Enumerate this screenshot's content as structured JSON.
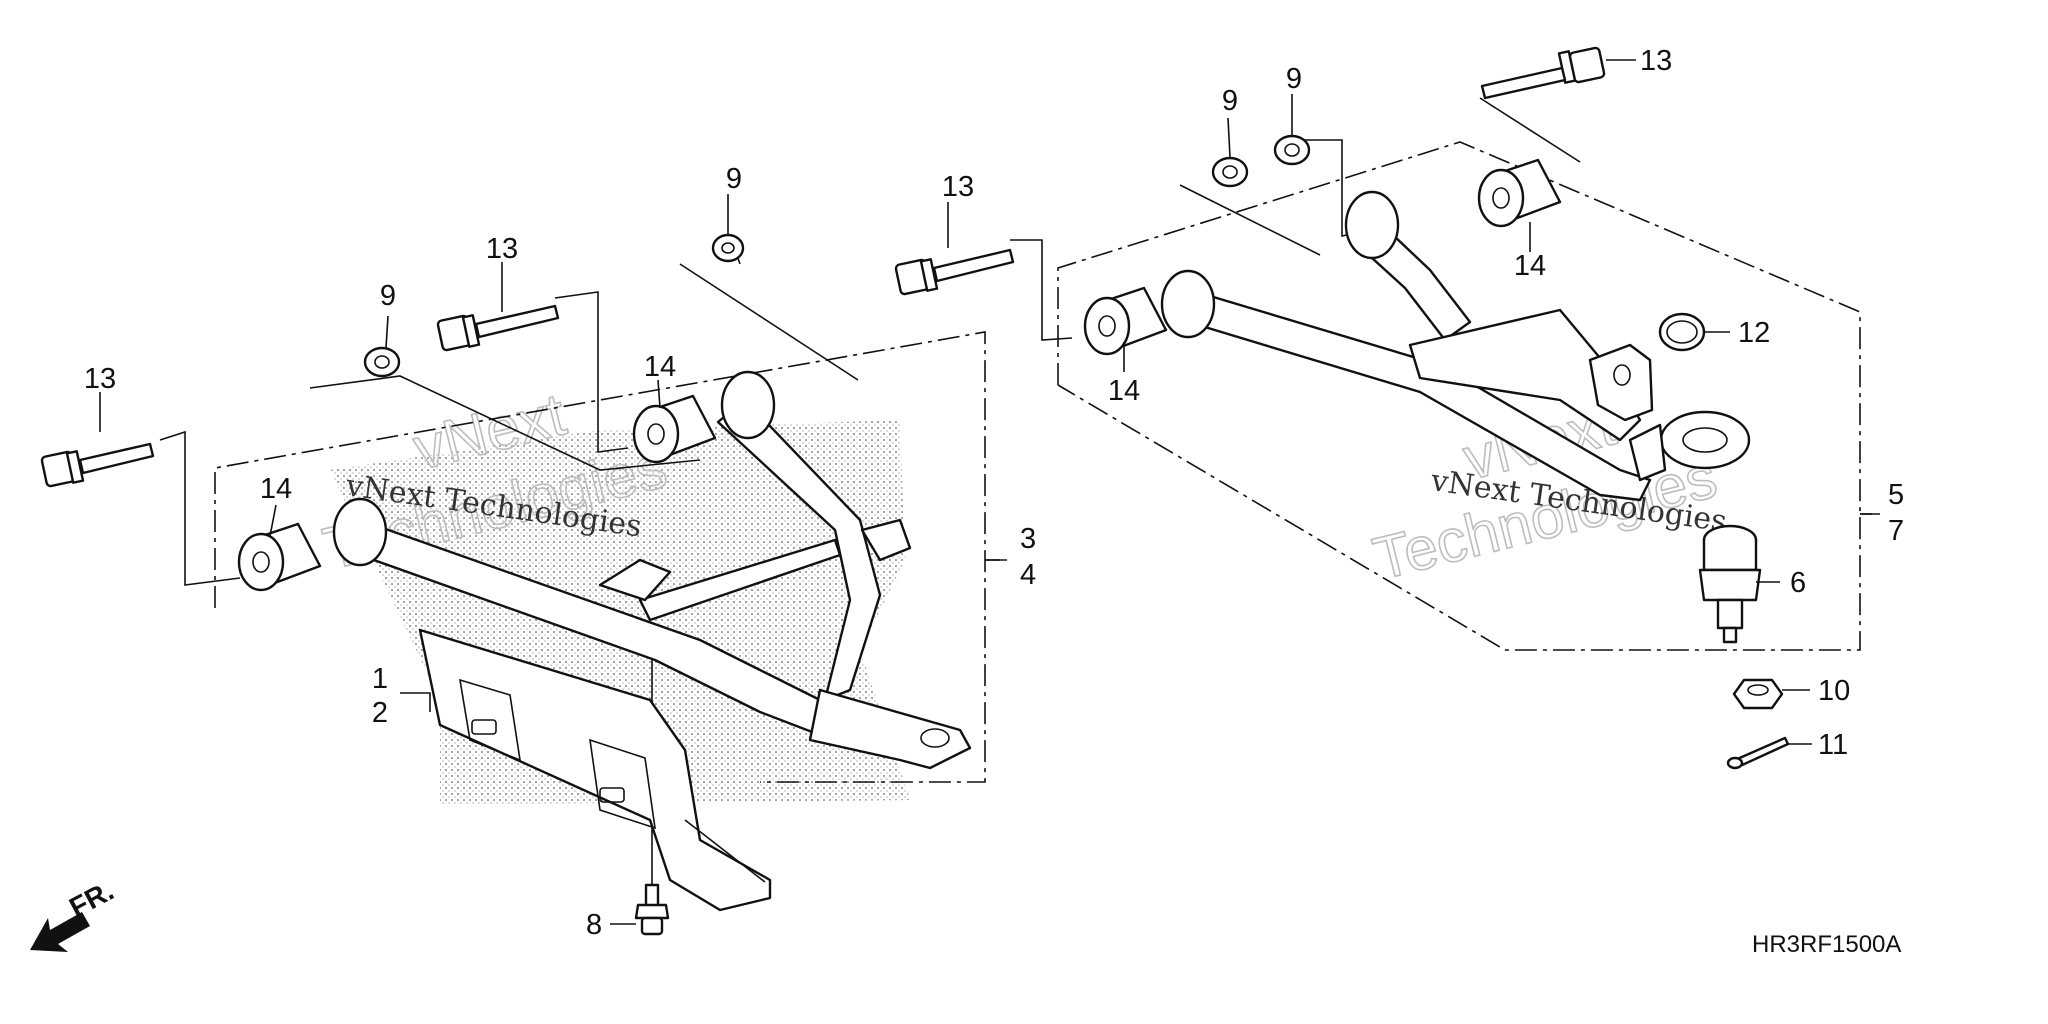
{
  "diagram": {
    "callouts": [
      {
        "id": "c-13-a",
        "text": "13"
      },
      {
        "id": "c-13-b",
        "text": "13"
      },
      {
        "id": "c-13-c",
        "text": "13"
      },
      {
        "id": "c-13-d",
        "text": "13"
      },
      {
        "id": "c-9-a",
        "text": "9"
      },
      {
        "id": "c-9-b",
        "text": "9"
      },
      {
        "id": "c-9-c",
        "text": "9"
      },
      {
        "id": "c-9-d",
        "text": "9"
      },
      {
        "id": "c-14-a",
        "text": "14"
      },
      {
        "id": "c-14-b",
        "text": "14"
      },
      {
        "id": "c-14-c",
        "text": "14"
      },
      {
        "id": "c-14-d",
        "text": "14"
      },
      {
        "id": "c-1",
        "text": "1"
      },
      {
        "id": "c-2",
        "text": "2"
      },
      {
        "id": "c-3",
        "text": "3"
      },
      {
        "id": "c-4",
        "text": "4"
      },
      {
        "id": "c-5",
        "text": "5"
      },
      {
        "id": "c-7",
        "text": "7"
      },
      {
        "id": "c-6",
        "text": "6"
      },
      {
        "id": "c-8",
        "text": "8"
      },
      {
        "id": "c-10",
        "text": "10"
      },
      {
        "id": "c-11",
        "text": "11"
      },
      {
        "id": "c-12",
        "text": "12"
      }
    ],
    "front_marker": "FR.",
    "diagram_code": "HR3RF1500A",
    "watermarks": [
      {
        "small": "vNext Technologies",
        "big_1": "vNext",
        "big_2": "Technologies"
      },
      {
        "small": "vNext Technologies",
        "big_1": "vNext",
        "big_2": "Technologies"
      }
    ]
  }
}
